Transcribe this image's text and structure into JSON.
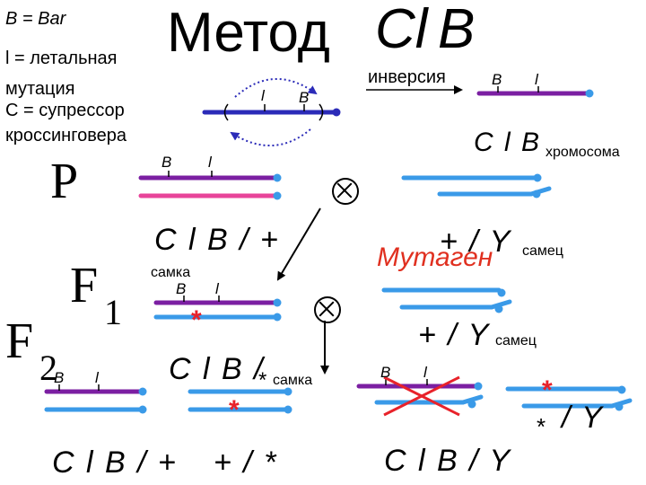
{
  "title": {
    "method": "Метод",
    "cl": "Cl",
    "b": "B"
  },
  "legend": {
    "b_line": "B = Bar",
    "l_line1": "l = летальная",
    "l_line2": "мутация",
    "c_line1": "C = супрессор",
    "c_line2": "кроссинговера"
  },
  "generations": {
    "p": "P",
    "f1_letter": "F",
    "f1_index": "1",
    "f2_letter": "F",
    "f2_index": "2"
  },
  "inversion": {
    "label": "инверсия",
    "gene_l": "l",
    "gene_b": "B"
  },
  "genes": {
    "b": "B",
    "l": "l"
  },
  "chromosome_label": {
    "geno": "C l B",
    "suffix": "хромосома"
  },
  "p_row": {
    "female_genotype": "C l B / +",
    "male_genotype": "+ / Y",
    "male_sex": "самец",
    "mutagen": "Мутаген"
  },
  "f1_row": {
    "female_sex": "самка",
    "male_genotype": "+ / Y",
    "male_sex": "самец"
  },
  "f2_row": {
    "female_genotype": "C l B /",
    "female_star": "*",
    "female_sex": "самка",
    "progeny_left": "C l B / +",
    "progeny_middle": "+ / *",
    "progeny_right_dead": "C l B / Y",
    "progeny_right_star": "*",
    "progeny_right": "/ Y"
  },
  "mutation_star": "*",
  "colors": {
    "purple": "#7b1fa2",
    "pink": "#e8449a",
    "blue": "#3a9ae8",
    "navy": "#2b2bb8",
    "red": "#e8222a",
    "mutagen_red": "#e03020"
  }
}
